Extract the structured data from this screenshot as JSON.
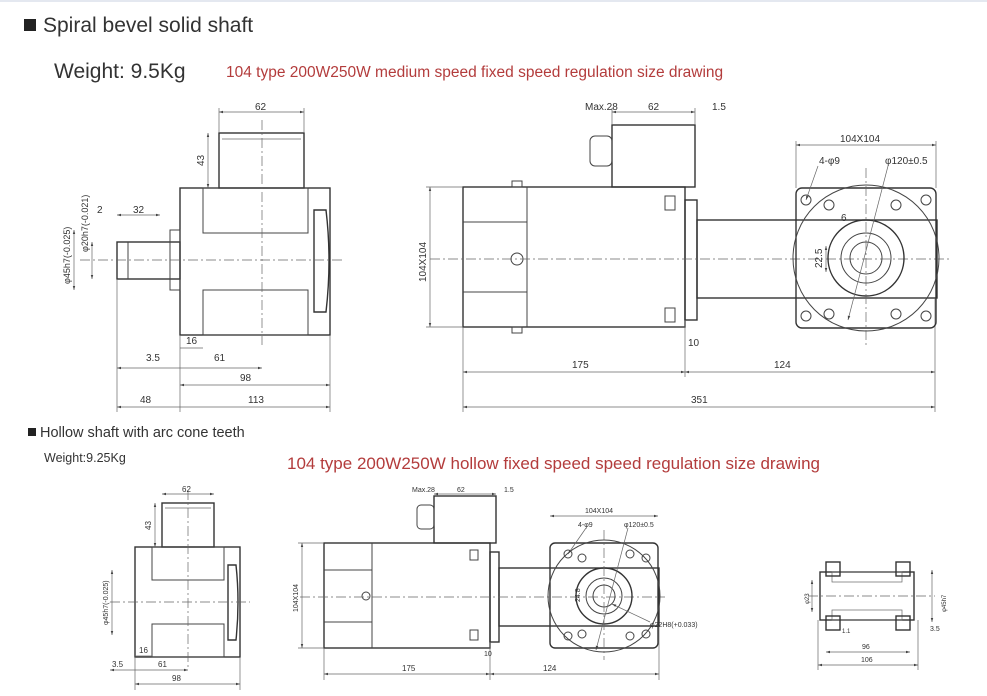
{
  "header": {
    "title": "Spiral bevel solid shaft",
    "weight": "Weight: 9.5Kg",
    "caption": "104 type 200W250W medium speed fixed speed regulation size drawing"
  },
  "section2": {
    "title": "Hollow shaft with arc cone teeth",
    "weight": "Weight:9.25Kg",
    "caption": "104 type 200W250W hollow fixed speed speed regulation size drawing"
  },
  "solid_shaft": {
    "side_view": {
      "dim_62": "62",
      "dim_43": "43",
      "dim_2": "2",
      "dim_32": "32",
      "dim_shaft_dia": "φ20h7(-0.021)",
      "dim_pilot_dia": "φ45h7(-0.025)",
      "dim_16": "16",
      "dim_3_5": "3.5",
      "dim_61": "61",
      "dim_98": "98",
      "dim_48": "48",
      "dim_113": "113"
    },
    "front_view": {
      "dim_max28": "Max.28",
      "dim_62": "62",
      "dim_1_5": "1.5",
      "dim_104x104": "104X104",
      "dim_10": "10",
      "dim_175": "175",
      "dim_124": "124",
      "dim_351": "351"
    },
    "end_view": {
      "dim_104x104": "104X104",
      "dim_holes": "4-φ9",
      "dim_pcd": "φ120±0.5",
      "dim_key": "6",
      "dim_22_5": "22.5"
    }
  },
  "hollow_shaft": {
    "side_view": {
      "dim_62": "62",
      "dim_43": "43",
      "dim_pilot_dia": "φ45h7(-0.025)",
      "dim_16": "16",
      "dim_3_5": "3.5",
      "dim_61": "61",
      "dim_98": "98"
    },
    "front_view": {
      "dim_max28": "Max.28",
      "dim_62": "62",
      "dim_1_5": "1.5",
      "dim_104x104": "104X104",
      "dim_10": "10",
      "dim_175": "175",
      "dim_124": "124"
    },
    "end_view": {
      "dim_104x104": "104X104",
      "dim_holes": "4-φ9",
      "dim_pcd": "φ120±0.5",
      "dim_24_8": "24.8",
      "dim_bore": "φ22H8(+0.033)"
    },
    "section_view": {
      "dim_left": "φ23",
      "dim_tol": "1.1",
      "dim_right": "φ45h7",
      "dim_3_5": "3.5",
      "dim_96": "96",
      "dim_106": "106"
    }
  }
}
